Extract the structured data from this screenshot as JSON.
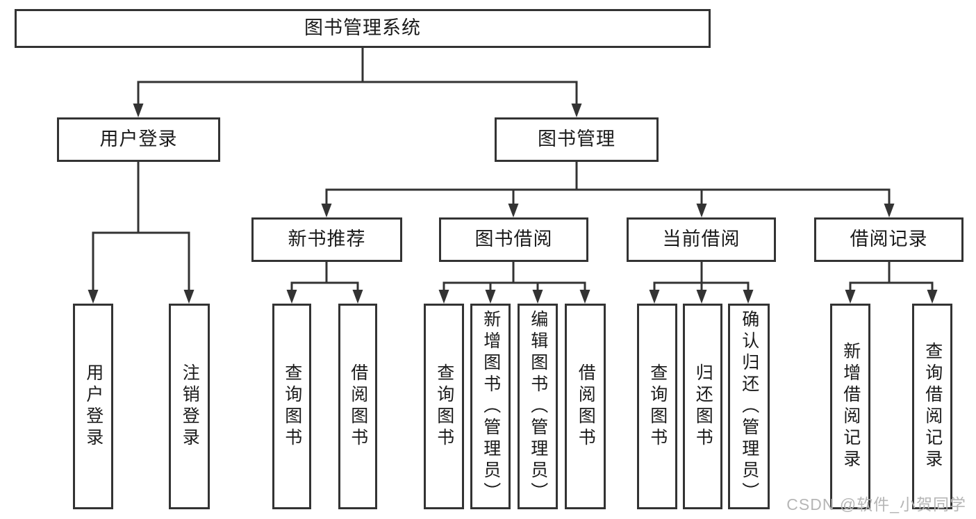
{
  "diagram_title": "图书管理系统",
  "nodes": {
    "root": {
      "label": "图书管理系统"
    },
    "user_login": {
      "label": "用户登录"
    },
    "book_mgmt": {
      "label": "图书管理"
    },
    "new_book_rec": {
      "label": "新书推荐"
    },
    "book_borrow": {
      "label": "图书借阅"
    },
    "current_borrow": {
      "label": "当前借阅"
    },
    "borrow_records": {
      "label": "借阅记录"
    },
    "leaf_user_login": {
      "label": "用户登录"
    },
    "leaf_logout": {
      "label": "注销登录"
    },
    "leaf_nbr_query": {
      "label": "查询图书"
    },
    "leaf_nbr_borrow": {
      "label": "借阅图书"
    },
    "leaf_bb_query": {
      "label": "查询图书"
    },
    "leaf_bb_add": {
      "label": "新增图书（管理员）"
    },
    "leaf_bb_edit": {
      "label": "编辑图书（管理员）"
    },
    "leaf_bb_borrow": {
      "label": "借阅图书"
    },
    "leaf_cb_query": {
      "label": "查询图书"
    },
    "leaf_cb_return": {
      "label": "归还图书"
    },
    "leaf_cb_confirm": {
      "label": "确认归还（管理员）"
    },
    "leaf_br_add": {
      "label": "新增借阅记录"
    },
    "leaf_br_query": {
      "label": "查询借阅记录"
    }
  },
  "watermark": "CSDN @软件_小贺同学",
  "colors": {
    "line": "#333333",
    "text": "#1a1a1a",
    "watermark": "#b6b6b6",
    "background": "#ffffff"
  }
}
